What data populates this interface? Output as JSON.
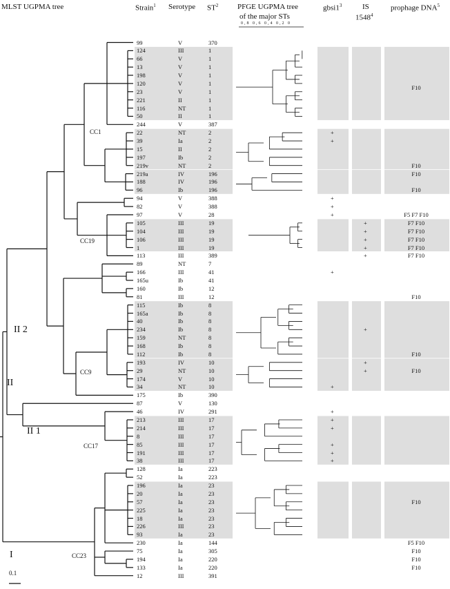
{
  "headers": {
    "mlst": "MLST UGPMA tree",
    "strain": "Strain",
    "strain_sup": "1",
    "serotype": "Serotype",
    "st": "ST",
    "st_sup": "2",
    "pfge_line1": "PFGE UGPMA tree",
    "pfge_line2": "of the major STs",
    "pfge_scale": "0,8 0,6 0,4 0,2 0",
    "gbsi1": "gbsi1",
    "gbsi1_sup": "3",
    "is_line1": "IS",
    "is_line2": "1548",
    "is_sup": "4",
    "prophage": "prophage DNA",
    "prophage_sup": "5"
  },
  "node_labels": {
    "cc1": "CC1",
    "cc19": "CC19",
    "cc9": "CC9",
    "cc17": "CC17",
    "cc23": "CC23",
    "ii2": "II 2",
    "ii": "II",
    "ii1": "II 1",
    "i": "I",
    "scale": "0.1"
  },
  "rows": [
    {
      "strain": "99",
      "serotype": "V",
      "st": "370",
      "gbsi1": "",
      "is": "",
      "prophage": ""
    },
    {
      "strain": "124",
      "serotype": "III",
      "st": "1",
      "gbsi1": "",
      "is": "",
      "prophage": ""
    },
    {
      "strain": "66",
      "serotype": "V",
      "st": "1",
      "gbsi1": "",
      "is": "",
      "prophage": ""
    },
    {
      "strain": "13",
      "serotype": "V",
      "st": "1",
      "gbsi1": "",
      "is": "",
      "prophage": ""
    },
    {
      "strain": "198",
      "serotype": "V",
      "st": "1",
      "gbsi1": "",
      "is": "",
      "prophage": ""
    },
    {
      "strain": "120",
      "serotype": "V",
      "st": "1",
      "gbsi1": "",
      "is": "",
      "prophage": ""
    },
    {
      "strain": "23",
      "serotype": "V",
      "st": "1",
      "gbsi1": "",
      "is": "",
      "prophage": ""
    },
    {
      "strain": "221",
      "serotype": "II",
      "st": "1",
      "gbsi1": "",
      "is": "",
      "prophage": ""
    },
    {
      "strain": "116",
      "serotype": "NT",
      "st": "1",
      "gbsi1": "",
      "is": "",
      "prophage": ""
    },
    {
      "strain": "50",
      "serotype": "II",
      "st": "1",
      "gbsi1": "",
      "is": "",
      "prophage": ""
    },
    {
      "strain": "244",
      "serotype": "V",
      "st": "387",
      "gbsi1": "",
      "is": "",
      "prophage": ""
    },
    {
      "strain": "22",
      "serotype": "NT",
      "st": "2",
      "gbsi1": "+",
      "is": "",
      "prophage": ""
    },
    {
      "strain": "39",
      "serotype": "Ia",
      "st": "2",
      "gbsi1": "+",
      "is": "",
      "prophage": ""
    },
    {
      "strain": "15",
      "serotype": "II",
      "st": "2",
      "gbsi1": "",
      "is": "",
      "prophage": ""
    },
    {
      "strain": "197",
      "serotype": "Ib",
      "st": "2",
      "gbsi1": "",
      "is": "",
      "prophage": ""
    },
    {
      "strain": "219v",
      "serotype": "NT",
      "st": "2",
      "gbsi1": "",
      "is": "",
      "prophage": ""
    },
    {
      "strain": "219a",
      "serotype": "IV",
      "st": "196",
      "gbsi1": "",
      "is": "",
      "prophage": "F10"
    },
    {
      "strain": "188",
      "serotype": "IV",
      "st": "196",
      "gbsi1": "",
      "is": "",
      "prophage": ""
    },
    {
      "strain": "96",
      "serotype": "Ib",
      "st": "196",
      "gbsi1": "",
      "is": "",
      "prophage": "F10"
    },
    {
      "strain": "94",
      "serotype": "V",
      "st": "388",
      "gbsi1": "+",
      "is": "",
      "prophage": ""
    },
    {
      "strain": "82",
      "serotype": "V",
      "st": "388",
      "gbsi1": "+",
      "is": "",
      "prophage": ""
    },
    {
      "strain": "97",
      "serotype": "V",
      "st": "28",
      "gbsi1": "+",
      "is": "",
      "prophage": "F5 F7 F10"
    },
    {
      "strain": "105",
      "serotype": "III",
      "st": "19",
      "gbsi1": "",
      "is": "+",
      "prophage": "F7 F10"
    },
    {
      "strain": "104",
      "serotype": "III",
      "st": "19",
      "gbsi1": "",
      "is": "+",
      "prophage": "F7 F10"
    },
    {
      "strain": "106",
      "serotype": "III",
      "st": "19",
      "gbsi1": "",
      "is": "+",
      "prophage": "F7 F10"
    },
    {
      "strain": "1",
      "serotype": "III",
      "st": "19",
      "gbsi1": "",
      "is": "+",
      "prophage": "F7 F10"
    },
    {
      "strain": "113",
      "serotype": "III",
      "st": "389",
      "gbsi1": "",
      "is": "+",
      "prophage": "F7 F10"
    },
    {
      "strain": "89",
      "serotype": "NT",
      "st": "7",
      "gbsi1": "",
      "is": "",
      "prophage": ""
    },
    {
      "strain": "166",
      "serotype": "III",
      "st": "41",
      "gbsi1": "+",
      "is": "",
      "prophage": ""
    },
    {
      "strain": "165u",
      "serotype": "Ib",
      "st": "41",
      "gbsi1": "",
      "is": "",
      "prophage": ""
    },
    {
      "strain": "160",
      "serotype": "Ib",
      "st": "12",
      "gbsi1": "",
      "is": "",
      "prophage": ""
    },
    {
      "strain": "81",
      "serotype": "III",
      "st": "12",
      "gbsi1": "",
      "is": "",
      "prophage": "F10"
    },
    {
      "strain": "115",
      "serotype": "Ib",
      "st": "8",
      "gbsi1": "",
      "is": "",
      "prophage": ""
    },
    {
      "strain": "165a",
      "serotype": "Ib",
      "st": "8",
      "gbsi1": "",
      "is": "",
      "prophage": ""
    },
    {
      "strain": "40",
      "serotype": "Ib",
      "st": "8",
      "gbsi1": "",
      "is": "",
      "prophage": ""
    },
    {
      "strain": "234",
      "serotype": "Ib",
      "st": "8",
      "gbsi1": "",
      "is": "+",
      "prophage": ""
    },
    {
      "strain": "159",
      "serotype": "NT",
      "st": "8",
      "gbsi1": "",
      "is": "",
      "prophage": ""
    },
    {
      "strain": "168",
      "serotype": "Ib",
      "st": "8",
      "gbsi1": "",
      "is": "",
      "prophage": ""
    },
    {
      "strain": "112",
      "serotype": "Ib",
      "st": "8",
      "gbsi1": "",
      "is": "",
      "prophage": "F10"
    },
    {
      "strain": "193",
      "serotype": "IV",
      "st": "10",
      "gbsi1": "",
      "is": "+",
      "prophage": ""
    },
    {
      "strain": "29",
      "serotype": "NT",
      "st": "10",
      "gbsi1": "",
      "is": "+",
      "prophage": ""
    },
    {
      "strain": "174",
      "serotype": "V",
      "st": "10",
      "gbsi1": "",
      "is": "",
      "prophage": ""
    },
    {
      "strain": "34",
      "serotype": "NT",
      "st": "10",
      "gbsi1": "+",
      "is": "",
      "prophage": ""
    },
    {
      "strain": "175",
      "serotype": "Ib",
      "st": "390",
      "gbsi1": "",
      "is": "",
      "prophage": ""
    },
    {
      "strain": "87",
      "serotype": "V",
      "st": "130",
      "gbsi1": "",
      "is": "",
      "prophage": ""
    },
    {
      "strain": "46",
      "serotype": "IV",
      "st": "291",
      "gbsi1": "+",
      "is": "",
      "prophage": ""
    },
    {
      "strain": "213",
      "serotype": "III",
      "st": "17",
      "gbsi1": "+",
      "is": "",
      "prophage": ""
    },
    {
      "strain": "214",
      "serotype": "III",
      "st": "17",
      "gbsi1": "+",
      "is": "",
      "prophage": ""
    },
    {
      "strain": "8",
      "serotype": "III",
      "st": "17",
      "gbsi1": "",
      "is": "",
      "prophage": ""
    },
    {
      "strain": "85",
      "serotype": "III",
      "st": "17",
      "gbsi1": "+",
      "is": "",
      "prophage": ""
    },
    {
      "strain": "191",
      "serotype": "III",
      "st": "17",
      "gbsi1": "+",
      "is": "",
      "prophage": ""
    },
    {
      "strain": "38",
      "serotype": "III",
      "st": "17",
      "gbsi1": "+",
      "is": "",
      "prophage": ""
    },
    {
      "strain": "128",
      "serotype": "Ia",
      "st": "223",
      "gbsi1": "",
      "is": "",
      "prophage": ""
    },
    {
      "strain": "52",
      "serotype": "Ia",
      "st": "223",
      "gbsi1": "",
      "is": "",
      "prophage": ""
    },
    {
      "strain": "196",
      "serotype": "Ia",
      "st": "23",
      "gbsi1": "",
      "is": "",
      "prophage": ""
    },
    {
      "strain": "20",
      "serotype": "Ia",
      "st": "23",
      "gbsi1": "",
      "is": "",
      "prophage": ""
    },
    {
      "strain": "57",
      "serotype": "Ia",
      "st": "23",
      "gbsi1": "",
      "is": "",
      "prophage": ""
    },
    {
      "strain": "225",
      "serotype": "Ia",
      "st": "23",
      "gbsi1": "",
      "is": "",
      "prophage": ""
    },
    {
      "strain": "18",
      "serotype": "Ia",
      "st": "23",
      "gbsi1": "",
      "is": "",
      "prophage": ""
    },
    {
      "strain": "226",
      "serotype": "III",
      "st": "23",
      "gbsi1": "",
      "is": "",
      "prophage": ""
    },
    {
      "strain": "93",
      "serotype": "Ia",
      "st": "23",
      "gbsi1": "",
      "is": "",
      "prophage": ""
    },
    {
      "strain": "230",
      "serotype": "Ia",
      "st": "144",
      "gbsi1": "",
      "is": "",
      "prophage": "F5 F10"
    },
    {
      "strain": "75",
      "serotype": "Ia",
      "st": "305",
      "gbsi1": "",
      "is": "",
      "prophage": "F10"
    },
    {
      "strain": "194",
      "serotype": "Ia",
      "st": "220",
      "gbsi1": "",
      "is": "",
      "prophage": "F10"
    },
    {
      "strain": "133",
      "serotype": "Ia",
      "st": "220",
      "gbsi1": "",
      "is": "",
      "prophage": "F10"
    },
    {
      "strain": "12",
      "serotype": "III",
      "st": "391",
      "gbsi1": "",
      "is": "",
      "prophage": ""
    }
  ],
  "group_prophage": [
    {
      "text": "F10"
    },
    {
      "text": "F10"
    },
    {
      "text": "F10"
    },
    {
      "text": "F10"
    }
  ]
}
